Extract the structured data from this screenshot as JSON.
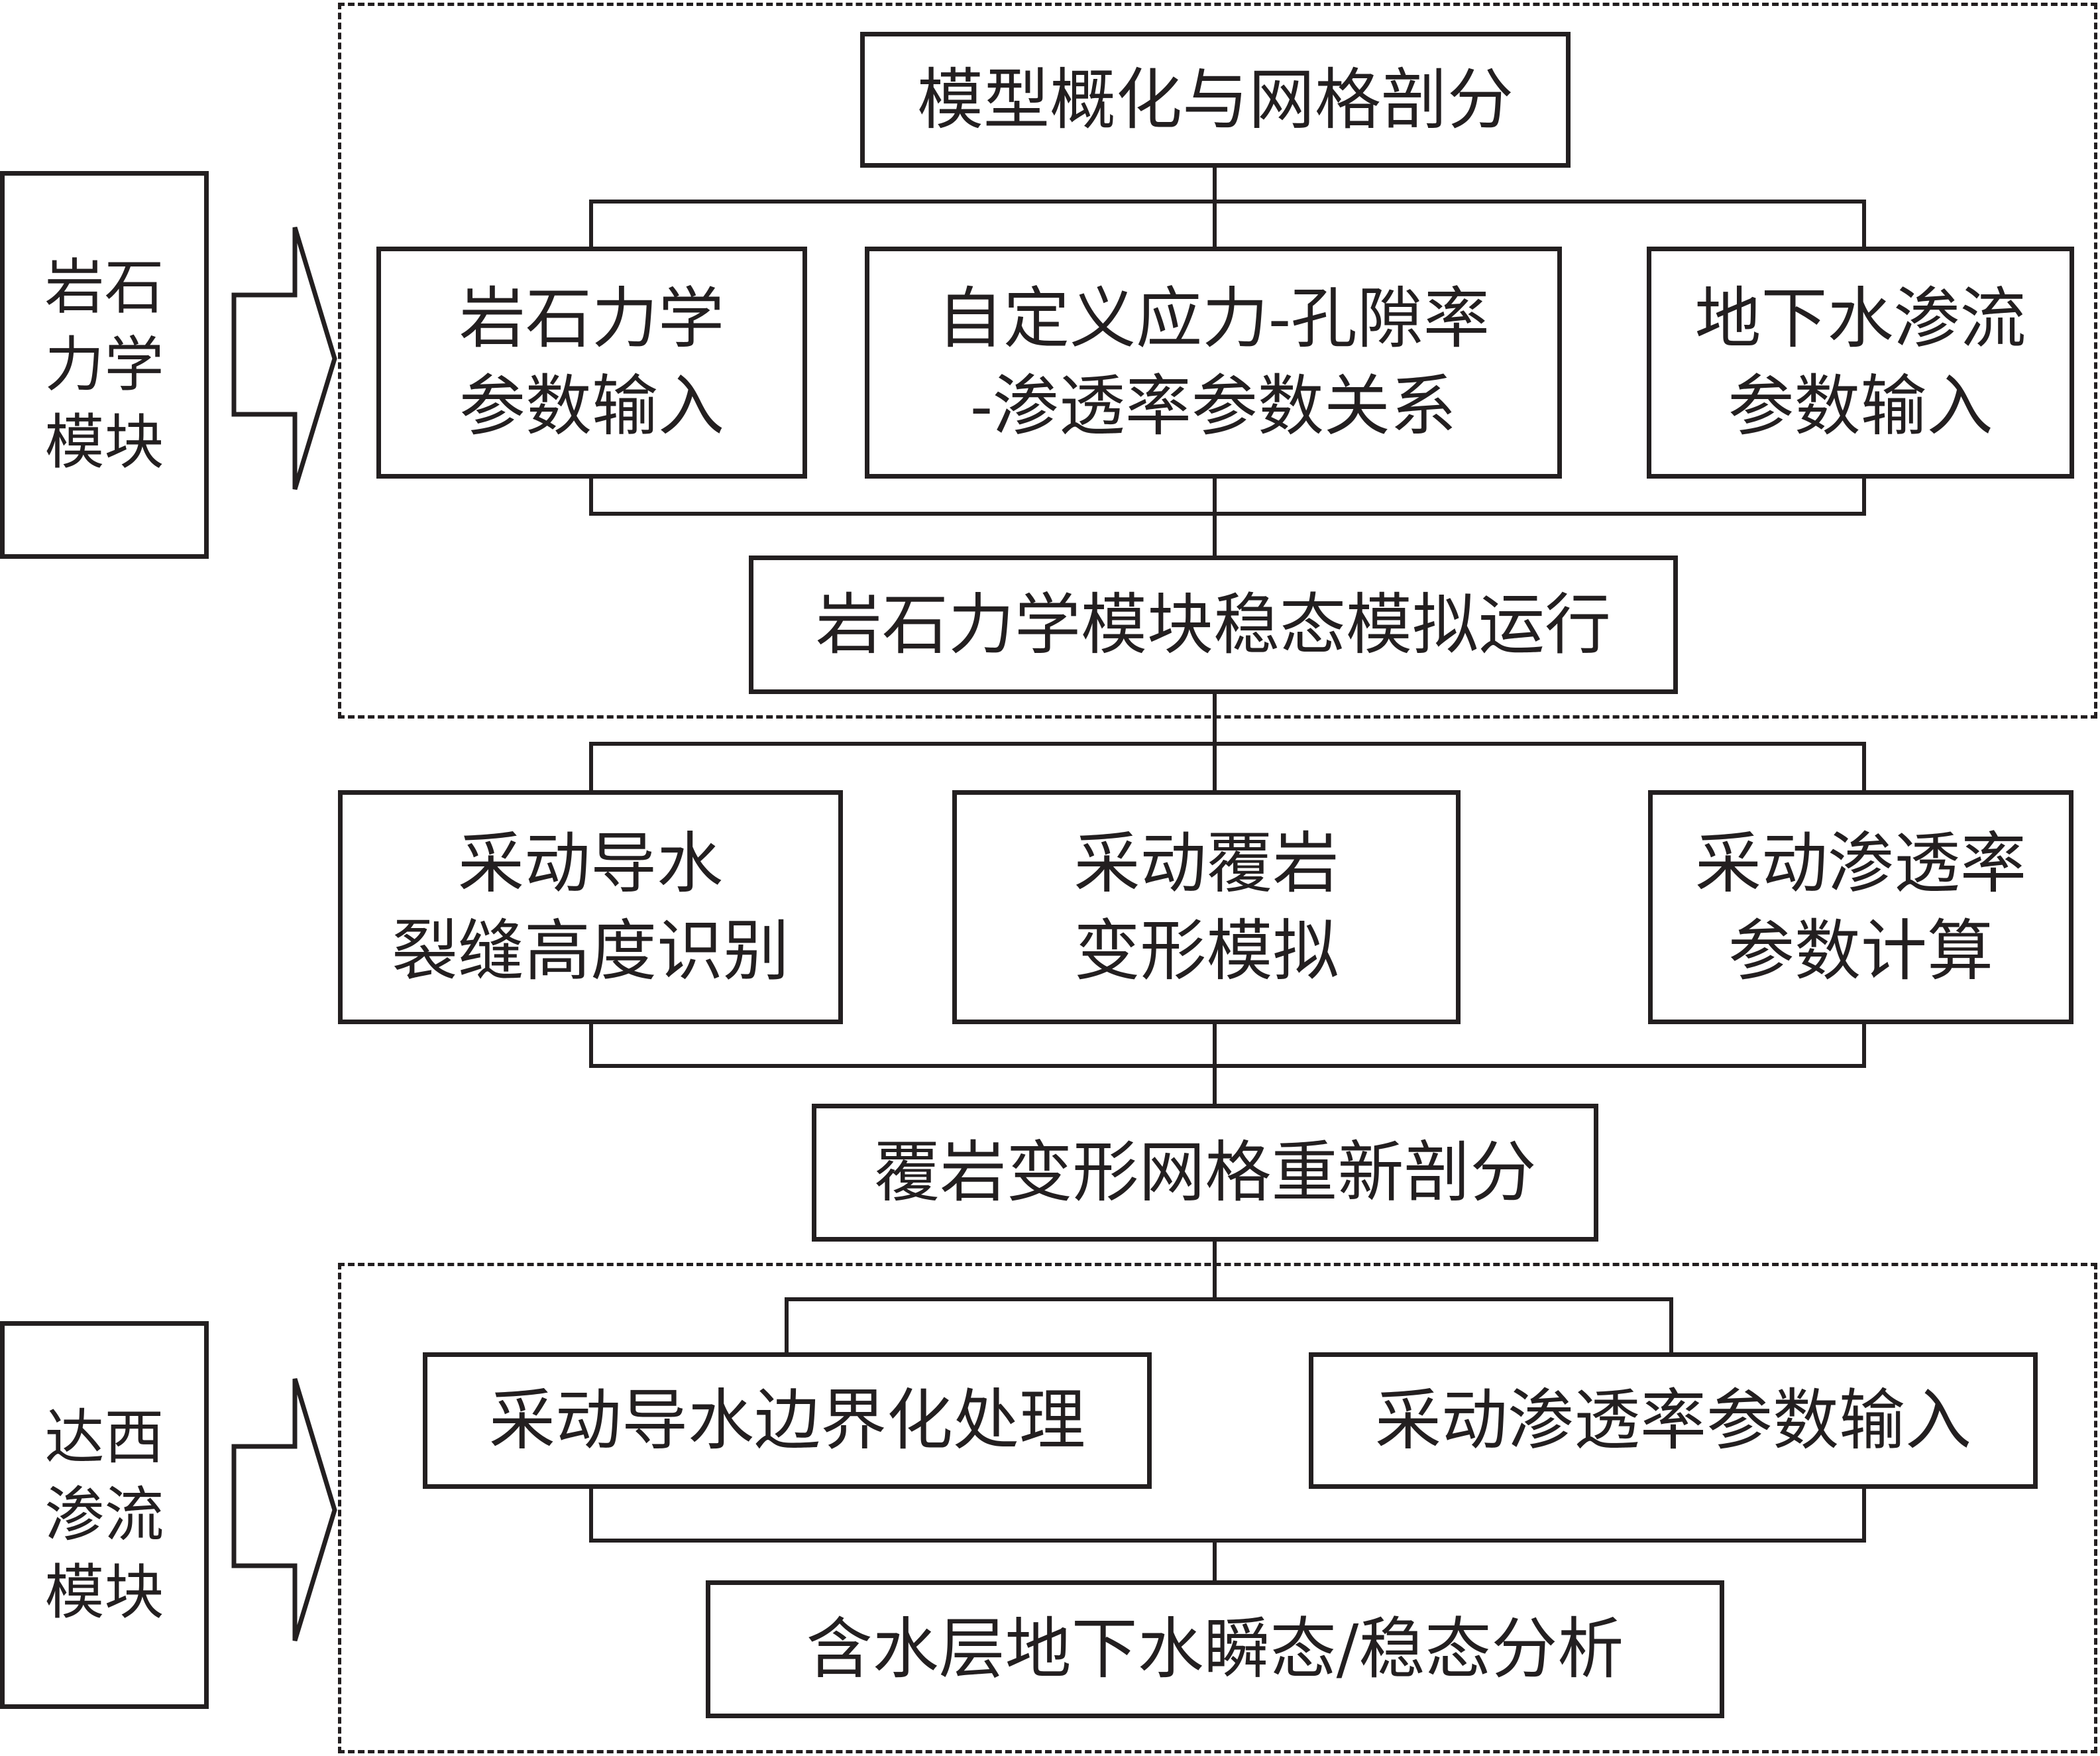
{
  "modules": {
    "rock": {
      "label": "岩石\n力学\n模块"
    },
    "darcy": {
      "label": "达西\n渗流\n模块"
    }
  },
  "steps": {
    "model_mesh": "模型概化与网格剖分",
    "rock_params": "岩石力学\n参数输入",
    "custom_relation": "自定义应力-孔隙率\n-渗透率参数关系",
    "groundwater_params": "地下水渗流\n参数输入",
    "steady_run": "岩石力学模块稳态模拟运行",
    "fracture_height": "采动导水\n裂缝高度识别",
    "overburden_deform": "采动覆岩\n变形模拟",
    "perm_calc": "采动渗透率\n参数计算",
    "remesh": "覆岩变形网格重新剖分",
    "boundary": "采动导水边界化处理",
    "perm_input": "采动渗透率参数输入",
    "aquifer": "含水层地下水瞬态/稳态分析"
  },
  "colors": {
    "stroke": "#231f20",
    "background": "#ffffff"
  }
}
